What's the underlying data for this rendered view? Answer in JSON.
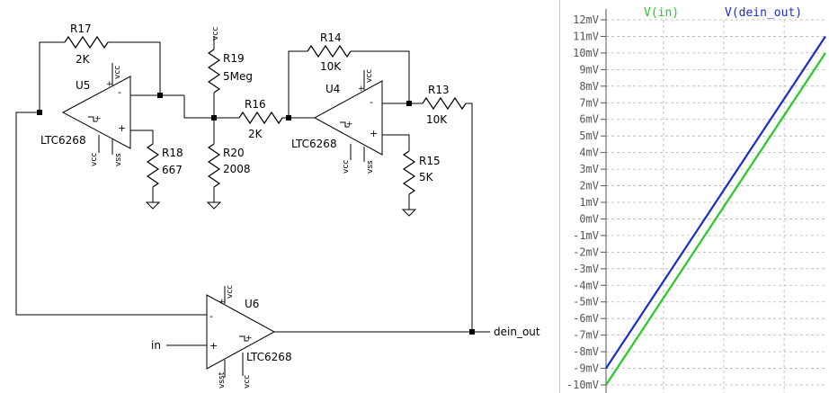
{
  "schematic": {
    "components": {
      "R17": {
        "ref": "R17",
        "value": "2K"
      },
      "R19": {
        "ref": "R19",
        "value": "5Meg"
      },
      "R16": {
        "ref": "R16",
        "value": "2K"
      },
      "R20": {
        "ref": "R20",
        "value": "2008"
      },
      "R18": {
        "ref": "R18",
        "value": "667"
      },
      "R14": {
        "ref": "R14",
        "value": "10K"
      },
      "R13": {
        "ref": "R13",
        "value": "10K"
      },
      "R15": {
        "ref": "R15",
        "value": "5K"
      },
      "U5": {
        "ref": "U5",
        "part": "LTC6268"
      },
      "U4": {
        "ref": "U4",
        "part": "LTC6268"
      },
      "U6": {
        "ref": "U6",
        "part": "LTC6268"
      }
    },
    "pins": {
      "vcc": "vcc",
      "vss": "vss",
      "vsst": "vsst",
      "minus": "-",
      "plus": "+",
      "plus_small": "+"
    },
    "nets": {
      "in": "in",
      "out": "dein_out"
    }
  },
  "chart_data": {
    "type": "line",
    "legend": [
      {
        "name": "V(in)",
        "color": "#22cc22"
      },
      {
        "name": "V(dein_out)",
        "color": "#1a2bd6"
      }
    ],
    "yunit": "mV",
    "ylim": [
      -10,
      12
    ],
    "ytick_labels": [
      "12mV",
      "11mV",
      "10mV",
      "9mV",
      "8mV",
      "7mV",
      "6mV",
      "5mV",
      "4mV",
      "3mV",
      "2mV",
      "1mV",
      "0mV",
      "-1mV",
      "-2mV",
      "-3mV",
      "-4mV",
      "-5mV",
      "-6mV",
      "-7mV",
      "-8mV",
      "-9mV",
      "-10mV"
    ],
    "xlim": [
      0,
      1
    ],
    "grid": true,
    "series": [
      {
        "name": "V(in)",
        "color": "#22cc22",
        "x": [
          0,
          1
        ],
        "y": [
          -10,
          10
        ]
      },
      {
        "name": "V(dein_out)",
        "color": "#1a2bd6",
        "x": [
          0,
          1
        ],
        "y": [
          -9,
          11
        ]
      }
    ]
  }
}
